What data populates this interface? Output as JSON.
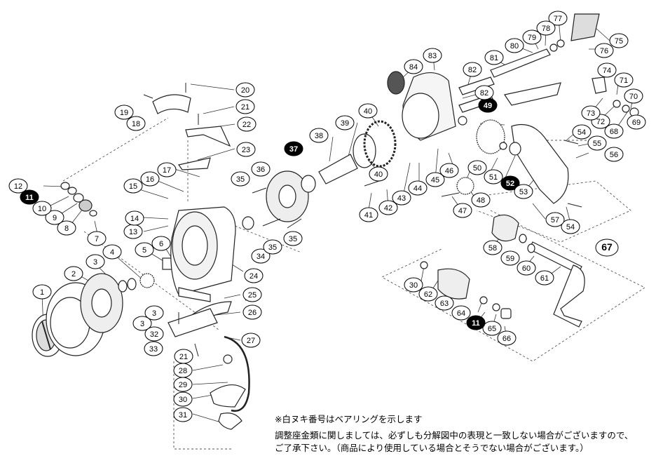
{
  "callouts": [
    {
      "label": "1",
      "filled": false
    },
    {
      "label": "2",
      "filled": false
    },
    {
      "label": "3",
      "filled": false
    },
    {
      "label": "3",
      "filled": false
    },
    {
      "label": "3",
      "filled": false
    },
    {
      "label": "4",
      "filled": false
    },
    {
      "label": "5",
      "filled": false
    },
    {
      "label": "6",
      "filled": false
    },
    {
      "label": "7",
      "filled": false
    },
    {
      "label": "8",
      "filled": false
    },
    {
      "label": "9",
      "filled": false
    },
    {
      "label": "10",
      "filled": false
    },
    {
      "label": "11",
      "filled": true
    },
    {
      "label": "12",
      "filled": false
    },
    {
      "label": "13",
      "filled": false
    },
    {
      "label": "14",
      "filled": false
    },
    {
      "label": "15",
      "filled": false
    },
    {
      "label": "16",
      "filled": false
    },
    {
      "label": "17",
      "filled": false
    },
    {
      "label": "18",
      "filled": false
    },
    {
      "label": "19",
      "filled": false
    },
    {
      "label": "20",
      "filled": false
    },
    {
      "label": "21",
      "filled": false
    },
    {
      "label": "22",
      "filled": false
    },
    {
      "label": "23",
      "filled": false
    },
    {
      "label": "24",
      "filled": false
    },
    {
      "label": "25",
      "filled": false
    },
    {
      "label": "26",
      "filled": false
    },
    {
      "label": "27",
      "filled": false
    },
    {
      "label": "28",
      "filled": false
    },
    {
      "label": "29",
      "filled": false
    },
    {
      "label": "30",
      "filled": false
    },
    {
      "label": "31",
      "filled": false
    },
    {
      "label": "32",
      "filled": false
    },
    {
      "label": "33",
      "filled": false
    },
    {
      "label": "21",
      "filled": false
    },
    {
      "label": "34",
      "filled": false
    },
    {
      "label": "35",
      "filled": false
    },
    {
      "label": "35",
      "filled": false
    },
    {
      "label": "35",
      "filled": false
    },
    {
      "label": "36",
      "filled": false
    },
    {
      "label": "37",
      "filled": true
    },
    {
      "label": "38",
      "filled": false
    },
    {
      "label": "39",
      "filled": false
    },
    {
      "label": "40",
      "filled": false
    },
    {
      "label": "40",
      "filled": false
    },
    {
      "label": "41",
      "filled": false
    },
    {
      "label": "42",
      "filled": false
    },
    {
      "label": "43",
      "filled": false
    },
    {
      "label": "44",
      "filled": false
    },
    {
      "label": "45",
      "filled": false
    },
    {
      "label": "46",
      "filled": false
    },
    {
      "label": "47",
      "filled": false
    },
    {
      "label": "48",
      "filled": false
    },
    {
      "label": "49",
      "filled": true
    },
    {
      "label": "50",
      "filled": false
    },
    {
      "label": "51",
      "filled": false
    },
    {
      "label": "52",
      "filled": true
    },
    {
      "label": "53",
      "filled": false
    },
    {
      "label": "54",
      "filled": false
    },
    {
      "label": "54",
      "filled": false
    },
    {
      "label": "55",
      "filled": false
    },
    {
      "label": "56",
      "filled": false
    },
    {
      "label": "57",
      "filled": false
    },
    {
      "label": "58",
      "filled": false
    },
    {
      "label": "59",
      "filled": false
    },
    {
      "label": "60",
      "filled": false
    },
    {
      "label": "61",
      "filled": false
    },
    {
      "label": "62",
      "filled": false
    },
    {
      "label": "63",
      "filled": false
    },
    {
      "label": "64",
      "filled": false
    },
    {
      "label": "65",
      "filled": false
    },
    {
      "label": "66",
      "filled": false
    },
    {
      "label": "11",
      "filled": true
    },
    {
      "label": "30",
      "filled": false
    },
    {
      "label": "67",
      "filled": false
    },
    {
      "label": "68",
      "filled": false
    },
    {
      "label": "69",
      "filled": false
    },
    {
      "label": "70",
      "filled": false
    },
    {
      "label": "71",
      "filled": false
    },
    {
      "label": "72",
      "filled": false
    },
    {
      "label": "73",
      "filled": false
    },
    {
      "label": "74",
      "filled": false
    },
    {
      "label": "75",
      "filled": false
    },
    {
      "label": "76",
      "filled": false
    },
    {
      "label": "77",
      "filled": false
    },
    {
      "label": "78",
      "filled": false
    },
    {
      "label": "79",
      "filled": false
    },
    {
      "label": "80",
      "filled": false
    },
    {
      "label": "81",
      "filled": false
    },
    {
      "label": "82",
      "filled": false
    },
    {
      "label": "82",
      "filled": false
    },
    {
      "label": "83",
      "filled": false
    },
    {
      "label": "84",
      "filled": false
    }
  ],
  "notes": {
    "bearing_note": "※白ヌキ番号はベアリングを示します",
    "disclaimer_line1": "調整座金類に関しましては、必ずしも分解図中の表現と一致しない場合がございますので、",
    "disclaimer_line2": "ご了承下さい。（商品により使用している場合とそうでない場合がございます。）"
  }
}
